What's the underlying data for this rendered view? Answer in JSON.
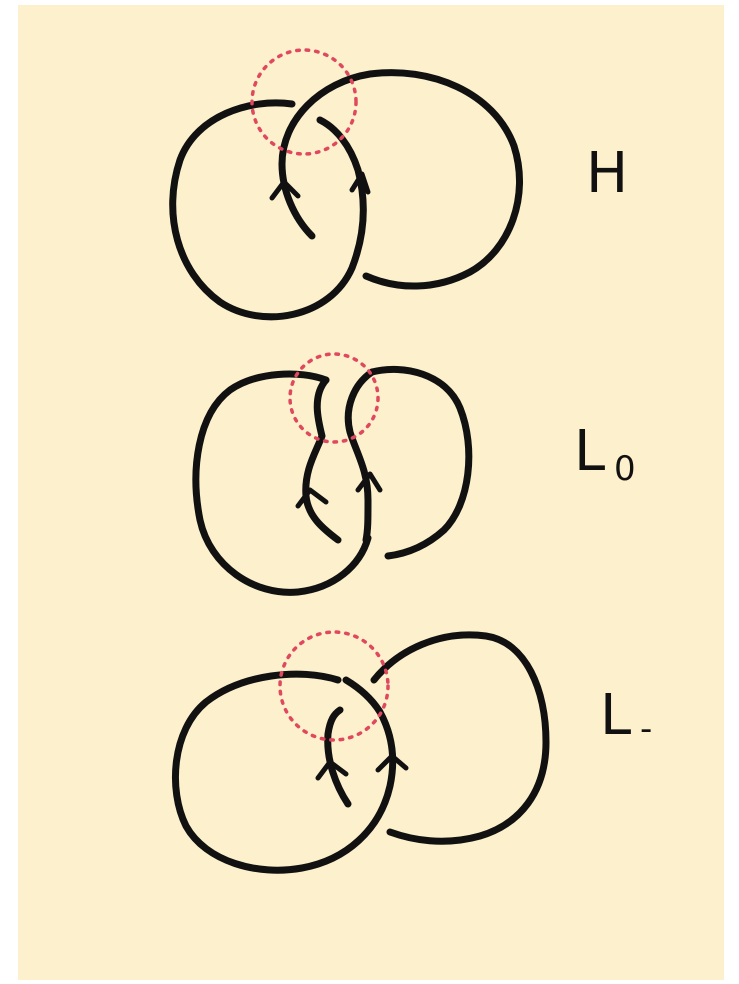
{
  "labels": {
    "top": "H",
    "middle_main": "L",
    "middle_sub": "0",
    "bottom_main": "L",
    "bottom_sub": "-"
  },
  "colors": {
    "background": "#fdf0cc",
    "stroke": "#111111",
    "dotted_circle": "#e0485f"
  }
}
